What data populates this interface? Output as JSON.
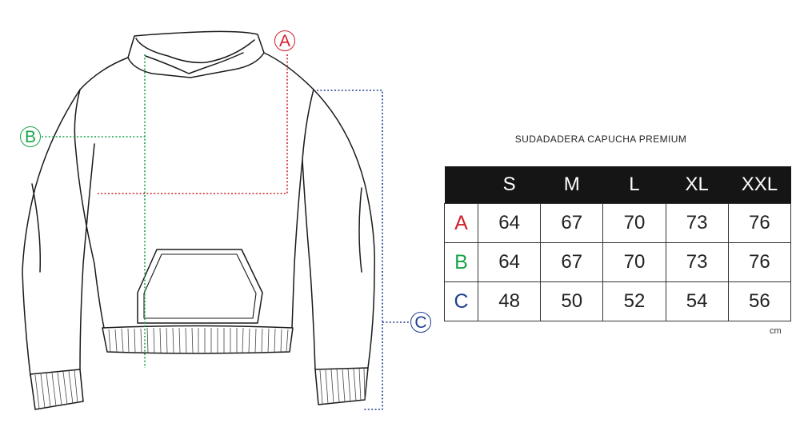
{
  "markers": [
    {
      "label": "A",
      "color": "#d0202a"
    },
    {
      "label": "B",
      "color": "#19a44a"
    },
    {
      "label": "C",
      "color": "#1f3f8f"
    }
  ],
  "product_title": "SUDADADERA CAPUCHA PREMIUM",
  "size_table": {
    "headers": [
      "S",
      "M",
      "L",
      "XL",
      "XXL"
    ],
    "rows": [
      {
        "label": "A",
        "color": "#d0202a",
        "values": [
          "64",
          "67",
          "70",
          "73",
          "76"
        ]
      },
      {
        "label": "B",
        "color": "#19a44a",
        "values": [
          "64",
          "67",
          "70",
          "73",
          "76"
        ]
      },
      {
        "label": "C",
        "color": "#1f3f8f",
        "values": [
          "48",
          "50",
          "52",
          "54",
          "56"
        ]
      }
    ]
  },
  "unit": "cm",
  "icons": {
    "garment": "hoodie-technical-sketch"
  }
}
